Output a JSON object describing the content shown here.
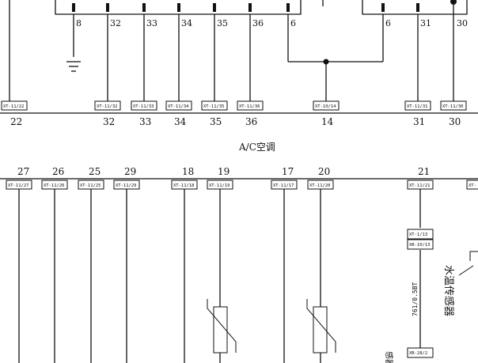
{
  "title": "A/C空调",
  "top_pins": [
    "8",
    "32",
    "33",
    "34",
    "35",
    "36",
    "6",
    "6",
    "31",
    "30"
  ],
  "top_tags": [
    "XT-11/22",
    "XT-11/32",
    "XT-11/33",
    "XT-11/34",
    "XT-11/35",
    "XT-11/36",
    "XT-10/14",
    "XT-11/31",
    "XT-11/30"
  ],
  "top_numbers": [
    "22",
    "32",
    "33",
    "34",
    "35",
    "36",
    "14",
    "31",
    "30"
  ],
  "bottom_numbers": [
    "27",
    "26",
    "25",
    "29",
    "18",
    "19",
    "17",
    "20",
    "21"
  ],
  "bottom_tags": [
    "XT-11/27",
    "XT-11/26",
    "XT-11/25",
    "XT-11/29",
    "XT-11/18",
    "XT-11/19",
    "XT-11/17",
    "XT-11/20",
    "XT-11/21",
    "XT-"
  ],
  "conn_21_a": "XT-1/13",
  "conn_21_b": "XB-10/13",
  "wire_label": "761/0.5BT",
  "sensor_label": "水温传感器",
  "bottom_conn": "XB-28/2",
  "bottom_text": "感器"
}
